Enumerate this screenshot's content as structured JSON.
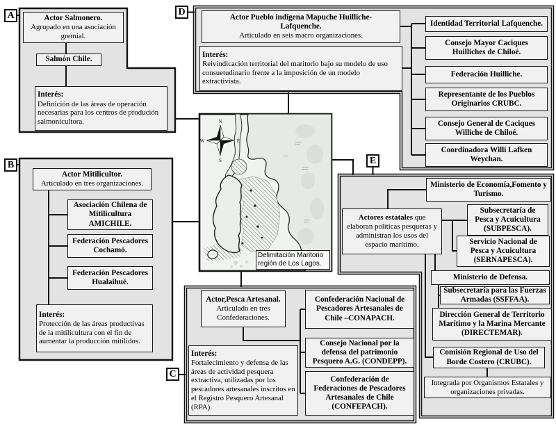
{
  "sections": {
    "a": {
      "label": "A",
      "actor_title": "Actor Salmonero.",
      "actor_body": "Agrupado en una asociación gremial.",
      "org": "Salmón Chile.",
      "interes_title": "Interés:",
      "interes_body": "Definición de las áreas de operación necesarias para los centros de produción salmonicultora."
    },
    "b": {
      "label": "B",
      "actor_title": "Actor Mitilicultor.",
      "actor_body": "Articulado en tres organizaciones.",
      "orgs": [
        "Asociación Chilena de Mitilicultura AMICHILE.",
        "Federación Pescadores Cochamó.",
        "Federación Pescadores Hualaihué."
      ],
      "interes_title": "Interés:",
      "interes_body": "Protección de las áreas productivas de la mitilicultura con el fin de aumentar la producción mitílidos."
    },
    "c": {
      "label": "C",
      "actor_title": "Actor,Pesca Artesanal.",
      "actor_body": "Articulado en tres Confederaciones.",
      "orgs": [
        "Confederación Nacional de Pescadores Artesanales de Chile –CONAPACH.",
        "Consejo Nacional por la defensa del patrimonio Pesquero A.G. (CONDEPP).",
        "Confederación de Federaciones de Pescadores Artesanales de Chile (CONFEPACH)."
      ],
      "interes_title": "Interés:",
      "interes_body": "Fortalecimiento y defensa de las áreas de actividad pesquera extractiva, utilizadas por los pescadores artesanales inscritos en el Registro Pesquero Artesanal (RPA)."
    },
    "d": {
      "label": "D",
      "actor_title": "Actor Pueblo indígena Mapuche Huilliche-Lafquenche.",
      "actor_body": "Articulado en seis macro organizaciones.",
      "interes_title": "Interés:",
      "interes_body": "Reivindicación territorial del maritorio bajo su modelo de uso consuetudinario frente a la imposición de un modelo extractivista.",
      "orgs": [
        "Identidad Territorial Lafquenche.",
        "Consejo Mayor Caciques Huilliches de Chiloé.",
        "Federación Huilliche.",
        "Representante de los Pueblos Originarios CRUBC.",
        "Consejo General de Caciques Williche de Chiloé.",
        "Coordinadora Willi Lafken Weychan."
      ]
    },
    "e": {
      "label": "E",
      "actor_bold": "Actores estatales",
      "actor_body": "que elaboran políticas pesqueras y administran los usos del espacio marítimo.",
      "orgs": [
        "Ministerio de Economía,Fomento y Turismo.",
        "Subsecretaría de Pesca y Acuicultura (SUBPESCA).",
        "Servicio Nacional de Pesca y Acuicultura (SERNAPESCA).",
        "Ministerio de Defensa.",
        "Subsecretaría para las Fuerzas Armadas (SSFFAA).",
        "Dirección General de Territorio Marítimo y la Marina Mercante (DIRECTEMAR).",
        "Comisión Regional de Uso del Borde Costero (CRUBC)."
      ],
      "note": "Integrada por Organismos Estatales y organizaciones privadas."
    }
  },
  "map": {
    "caption": "Delimitación Maritorio región de Los Lagos.",
    "compass": {
      "n": "N",
      "s": "S",
      "e": "E",
      "w": "W"
    }
  },
  "colors": {
    "group_fill": "#e3e3e3",
    "box_fill": "#f1f1f1",
    "line": "#111111",
    "map_bg": "#f1f3f1"
  }
}
